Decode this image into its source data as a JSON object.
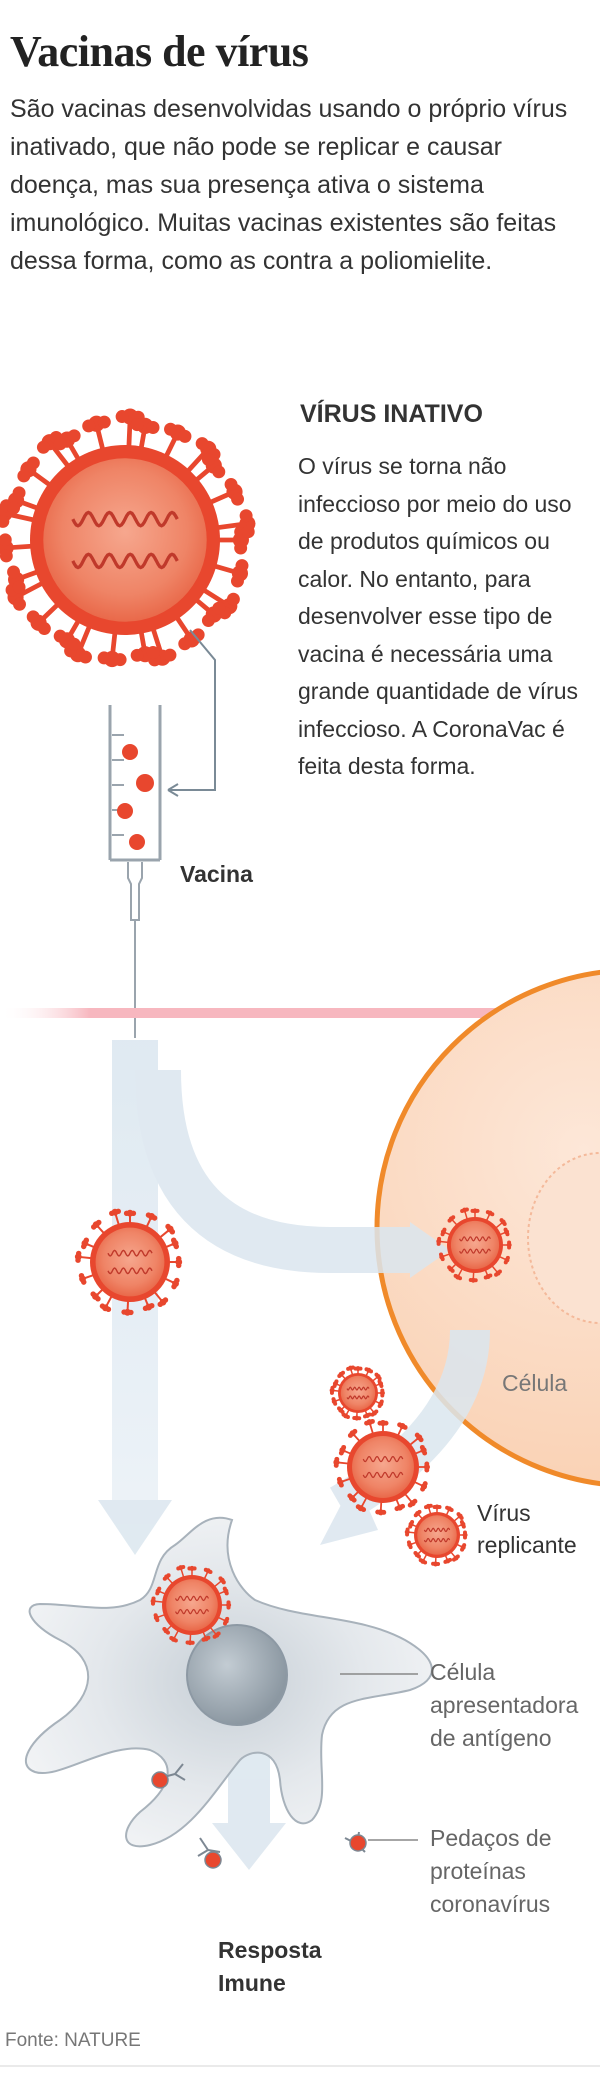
{
  "header": {
    "title": "Vacinas de vírus",
    "intro": "São vacinas desenvolvidas usando o próprio vírus inativado, que não pode se replicar e causar doença, mas sua presença ativa o sistema imunológico. Muitas vacinas existentes são feitas dessa forma, como as contra a poliomielite."
  },
  "inactive_virus": {
    "heading": "VÍRUS INATIVO",
    "body": "O vírus se torna não infeccioso por meio do uso de produtos químicos ou calor. No entanto, para desenvolver esse tipo de vacina é necessária uma grande quantidade de vírus infeccioso. A CoronaVac é feita desta forma."
  },
  "labels": {
    "vaccine": "Vacina",
    "cell": "Célula",
    "replicating_virus": [
      "Vírus",
      "replicante"
    ],
    "antigen_cell": [
      "Célula",
      "apresentadora",
      "de antígeno"
    ],
    "protein_pieces": [
      "Pedaços de",
      "proteínas",
      "coronavírus"
    ],
    "immune_response": [
      "Resposta",
      "Imune"
    ]
  },
  "source": "Fonte: NATURE",
  "colors": {
    "virus_spike": "#e8472e",
    "virus_body": "#f08a6c",
    "cell_border": "#f08a2a",
    "arrow": "#d9e6f0",
    "text_dark": "#333333",
    "text_gray": "#666666"
  }
}
